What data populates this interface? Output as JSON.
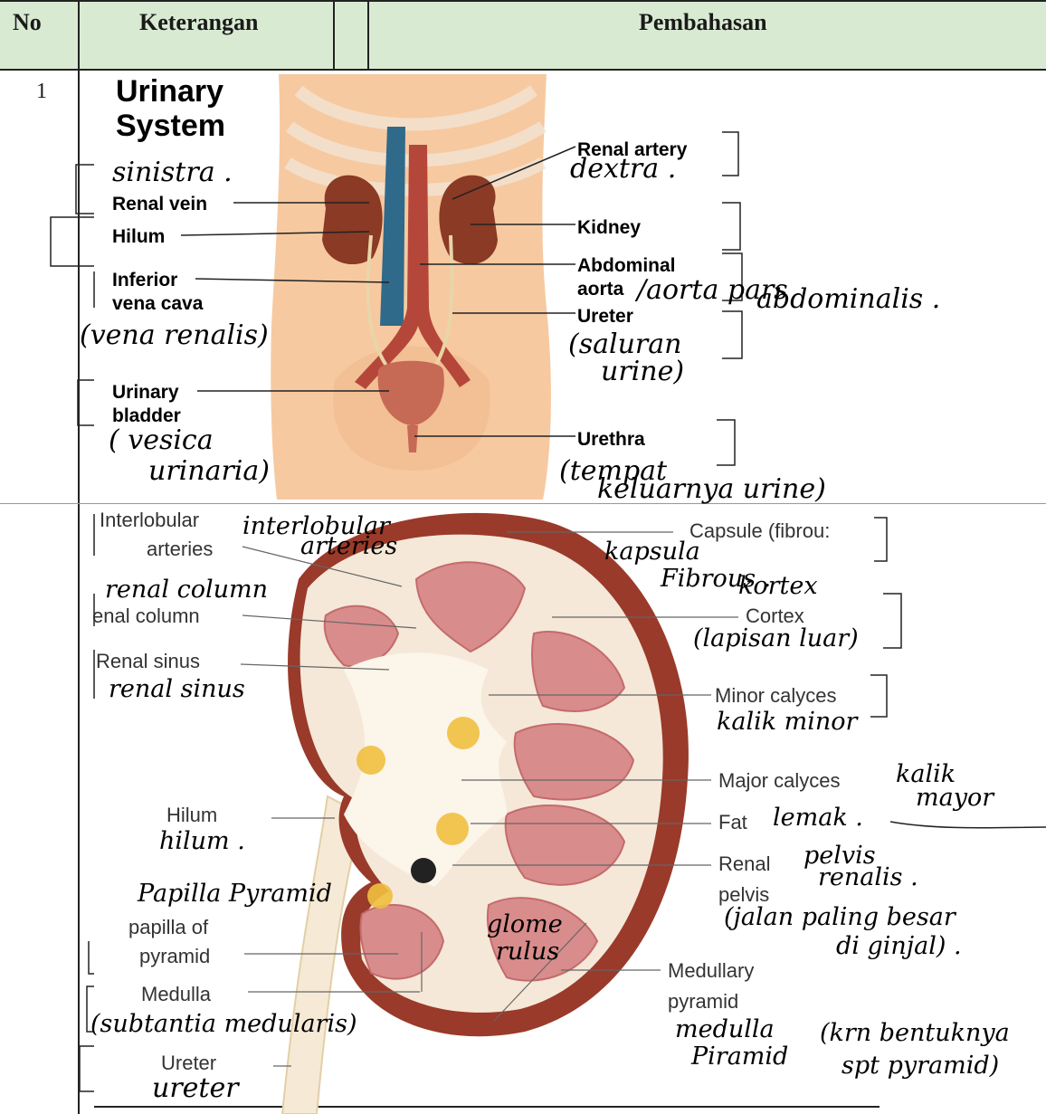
{
  "header": {
    "no": "No",
    "keterangan": "Keterangan",
    "pembahasan": "Pembahasan"
  },
  "row1": {
    "number": "1"
  },
  "urinary": {
    "title_line1": "Urinary",
    "title_line2": "System",
    "renal_artery": "Renal artery",
    "kidney": "Kidney",
    "abdominal": "Abdominal",
    "aorta": "aorta",
    "ureter": "Ureter",
    "urethra": "Urethra",
    "renal_vein": "Renal vein",
    "hilum": "Hilum",
    "inferior": "Inferior",
    "vena_cava": "vena cava",
    "urinary": "Urinary",
    "bladder": "bladder"
  },
  "urinary_notes": {
    "sinistra": "sinistra .",
    "dextra": "dextra .",
    "aorta_pars": "/aorta pars",
    "abdominalis": "abdominalis .",
    "vena_renalis": "(vena renalis)",
    "saluran": "(saluran",
    "urine": "urine)",
    "vesica": "( vesica",
    "urinaria": "urinaria)",
    "tempat": "(tempat",
    "keluarnya": "keluarnya urine)"
  },
  "kidney": {
    "interlobular1": "Interlobular",
    "interlobular2": "arteries",
    "renal_column": "enal column",
    "renal_sinus": "Renal sinus",
    "hilum": "Hilum",
    "papilla1": "papilla of",
    "papilla2": "pyramid",
    "medulla": "Medulla",
    "ureter": "Ureter",
    "capsule": "Capsule (fibrou:",
    "cortex": "Cortex",
    "minor_calyces": "Minor calyces",
    "major_calyces": "Major calyces",
    "fat": "Fat",
    "renal": "Renal",
    "pelvis": "pelvis",
    "medullary1": "Medullary",
    "medullary2": "pyramid"
  },
  "kidney_notes": {
    "interlobular_h1": "interlobular",
    "interlobular_h2": "arteries",
    "kapsula": "kapsula",
    "fibrous": "Fibrous .",
    "kortex": "kortex",
    "renal_column_h": "renal column",
    "lapisan_luar": "(lapisan luar)",
    "renal_sinus_h": "renal sinus",
    "kalik_minor": "kalik minor",
    "kalik": "kalik",
    "mayor": "mayor",
    "lemak": "lemak .",
    "hilum_h": "hilum .",
    "pelvis_h": "pelvis",
    "renalis_h": "renalis .",
    "jalan": "(jalan paling besar",
    "di_ginjal": "di ginjal) .",
    "papilla_pyramid": "Papilla Pyramid",
    "glome": "glome",
    "rulus": "rulus",
    "medulla_h": "medulla",
    "piramid": "Piramid",
    "krn": "(krn bentuknya",
    "spt_pyramid": "spt pyramid)",
    "subtantia": "(subtantia medularis)",
    "ureter_h": "ureter"
  },
  "colors": {
    "header_bg": "#d9ead3",
    "skin": "#f7c9a0",
    "kidney": "#9a3a2a",
    "vein": "#2f6a8a",
    "artery": "#b5473a"
  }
}
